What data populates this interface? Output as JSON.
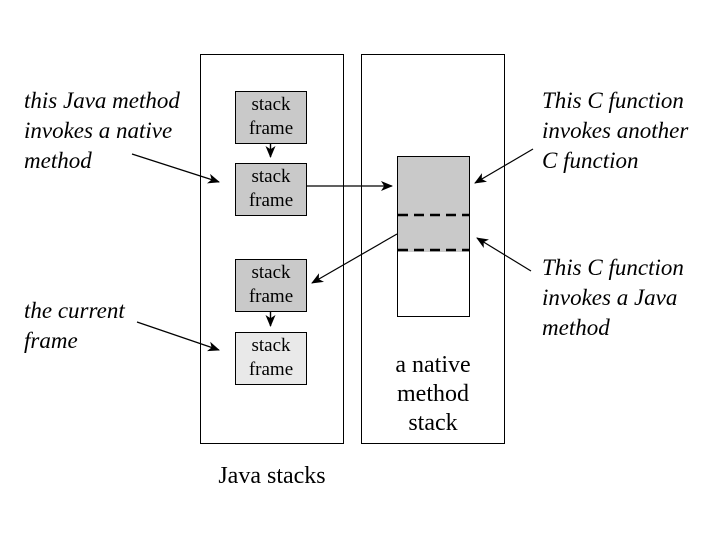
{
  "annotations": {
    "java_invokes_native": {
      "lines": [
        "this Java method",
        "invokes a native",
        "method"
      ]
    },
    "current_frame": {
      "lines": [
        "the current",
        "frame"
      ]
    },
    "c_invokes_c": {
      "lines": [
        "This C function",
        "invokes another",
        "C function"
      ]
    },
    "c_invokes_java": {
      "lines": [
        "This C function",
        "invokes a Java",
        "method"
      ]
    }
  },
  "java_stacks": {
    "label": "Java stacks",
    "frames": [
      {
        "lines": [
          "stack",
          "frame"
        ],
        "fill": "#c9c9c9"
      },
      {
        "lines": [
          "stack",
          "frame"
        ],
        "fill": "#c9c9c9"
      },
      {
        "lines": [
          "stack",
          "frame"
        ],
        "fill": "#c9c9c9"
      },
      {
        "lines": [
          "stack",
          "frame"
        ],
        "fill": "#e9e9e9"
      }
    ]
  },
  "native_stack": {
    "label_lines": [
      "a native",
      "method",
      "stack"
    ],
    "block_fill": "#c9c9c9"
  },
  "colors": {
    "background": "#ffffff",
    "line": "#000000"
  }
}
